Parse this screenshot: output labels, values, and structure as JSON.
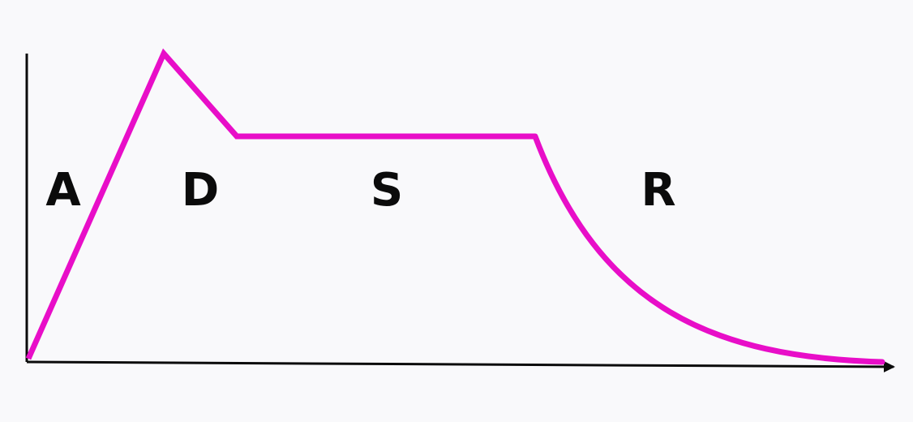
{
  "colors": {
    "background": "#f9f9fb",
    "envelope": "#e80ec8",
    "axes": "#0b0b0b",
    "labels": "#0b0b0b"
  },
  "labels": {
    "attack": "A",
    "decay": "D",
    "sustain": "S",
    "release": "R"
  }
}
